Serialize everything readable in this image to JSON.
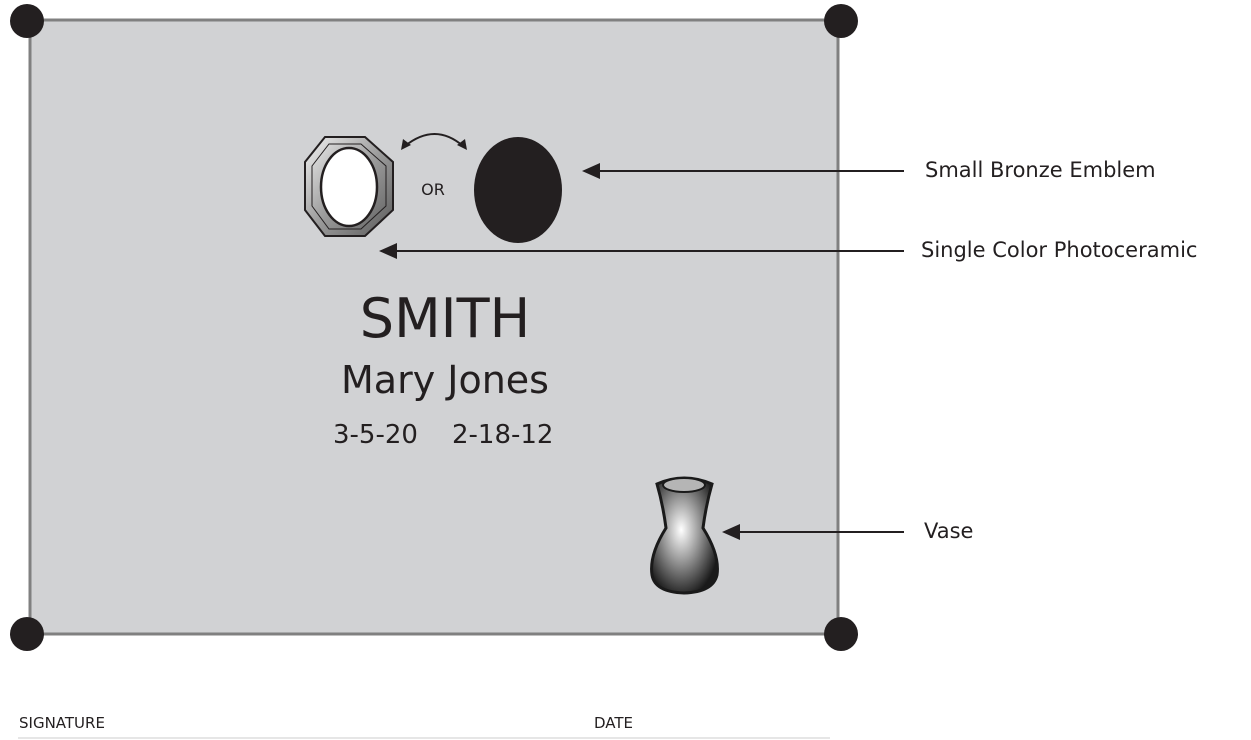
{
  "plaque": {
    "surname": "SMITH",
    "given_names": "Mary Jones",
    "birth_date": "3-5-20",
    "death_date": "2-18-12",
    "or_label": "OR",
    "fill_color": "#d1d2d4",
    "border_color": "#808080"
  },
  "callouts": {
    "emblem": "Small Bronze Emblem",
    "photoceramic": "Single Color Photoceramic",
    "vase": "Vase"
  },
  "footer": {
    "signature_label": "SIGNATURE",
    "date_label": "DATE"
  },
  "icons": {
    "corner": "corner-bolt-icon",
    "photo": "octagon-photo-frame-icon",
    "emblem": "oval-emblem-icon",
    "vase": "vase-icon",
    "swap": "curved-double-arrow-icon"
  }
}
